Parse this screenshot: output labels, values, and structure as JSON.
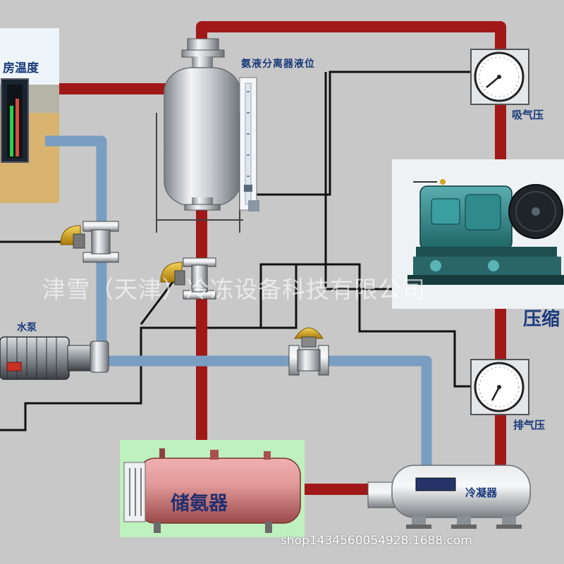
{
  "labels": {
    "room_temperature": "房温度",
    "separator_level": "氨液分离器液位",
    "suction_pressure": "吸气压",
    "water_pump": "水泵",
    "compressor": "压缩",
    "discharge_pressure": "排气压",
    "receiver": "储氨器",
    "condenser": "冷凝器"
  },
  "watermark": "津雪（天津）冷冻设备科技有限公司",
  "shop_url": "shop1434560054928.1688.com",
  "colors": {
    "background": "#c8c8c8",
    "refrigerant_pipe": "#a01818",
    "water_pipe": "#7a9ec2",
    "signal_wire": "#111111",
    "receiver_panel": "#bff0bf",
    "receiver_tank": "#d98888",
    "valve_cap": "#e0b020",
    "label_text": "#1a3a7a"
  },
  "icons": {
    "gauge": "pressure-gauge-icon",
    "valve": "solenoid-valve-icon",
    "level": "level-indicator-icon"
  }
}
